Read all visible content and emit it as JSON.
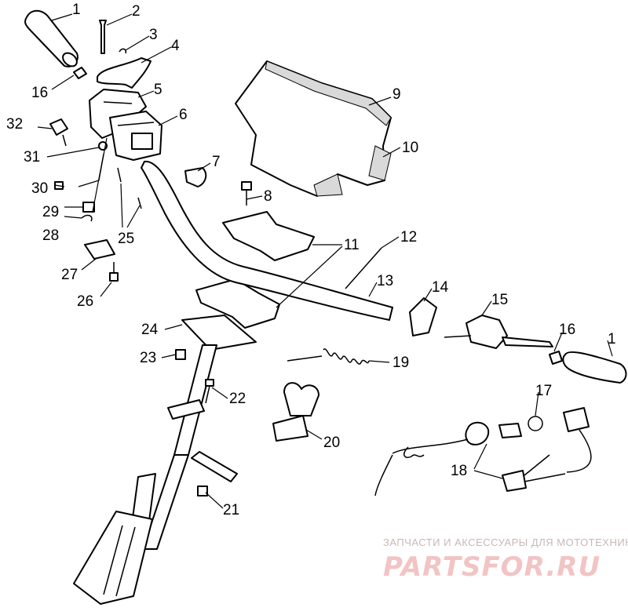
{
  "callouts": [
    {
      "id": "c1a",
      "text": "1"
    },
    {
      "id": "c2",
      "text": "2"
    },
    {
      "id": "c3",
      "text": "3"
    },
    {
      "id": "c4",
      "text": "4"
    },
    {
      "id": "c5",
      "text": "5"
    },
    {
      "id": "c6",
      "text": "6"
    },
    {
      "id": "c7",
      "text": "7"
    },
    {
      "id": "c8",
      "text": "8"
    },
    {
      "id": "c9",
      "text": "9"
    },
    {
      "id": "c10",
      "text": "10"
    },
    {
      "id": "c11",
      "text": "11"
    },
    {
      "id": "c12",
      "text": "12"
    },
    {
      "id": "c13",
      "text": "13"
    },
    {
      "id": "c14",
      "text": "14"
    },
    {
      "id": "c15",
      "text": "15"
    },
    {
      "id": "c16a",
      "text": "16"
    },
    {
      "id": "c16b",
      "text": "16"
    },
    {
      "id": "c1b",
      "text": "1"
    },
    {
      "id": "c17",
      "text": "17"
    },
    {
      "id": "c18",
      "text": "18"
    },
    {
      "id": "c19",
      "text": "19"
    },
    {
      "id": "c20",
      "text": "20"
    },
    {
      "id": "c21",
      "text": "21"
    },
    {
      "id": "c22",
      "text": "22"
    },
    {
      "id": "c23",
      "text": "23"
    },
    {
      "id": "c24",
      "text": "24"
    },
    {
      "id": "c25",
      "text": "25"
    },
    {
      "id": "c26",
      "text": "26"
    },
    {
      "id": "c27",
      "text": "27"
    },
    {
      "id": "c28",
      "text": "28"
    },
    {
      "id": "c29",
      "text": "29"
    },
    {
      "id": "c30",
      "text": "30"
    },
    {
      "id": "c31",
      "text": "31"
    },
    {
      "id": "c32",
      "text": "32"
    }
  ],
  "watermark": {
    "tagline": "ЗАПЧАСТИ И АКСЕССУАРЫ ДЛЯ МОТОТЕХНИКИ",
    "brand": "PARTSFOR.RU",
    "color": "#f2c4c4"
  }
}
